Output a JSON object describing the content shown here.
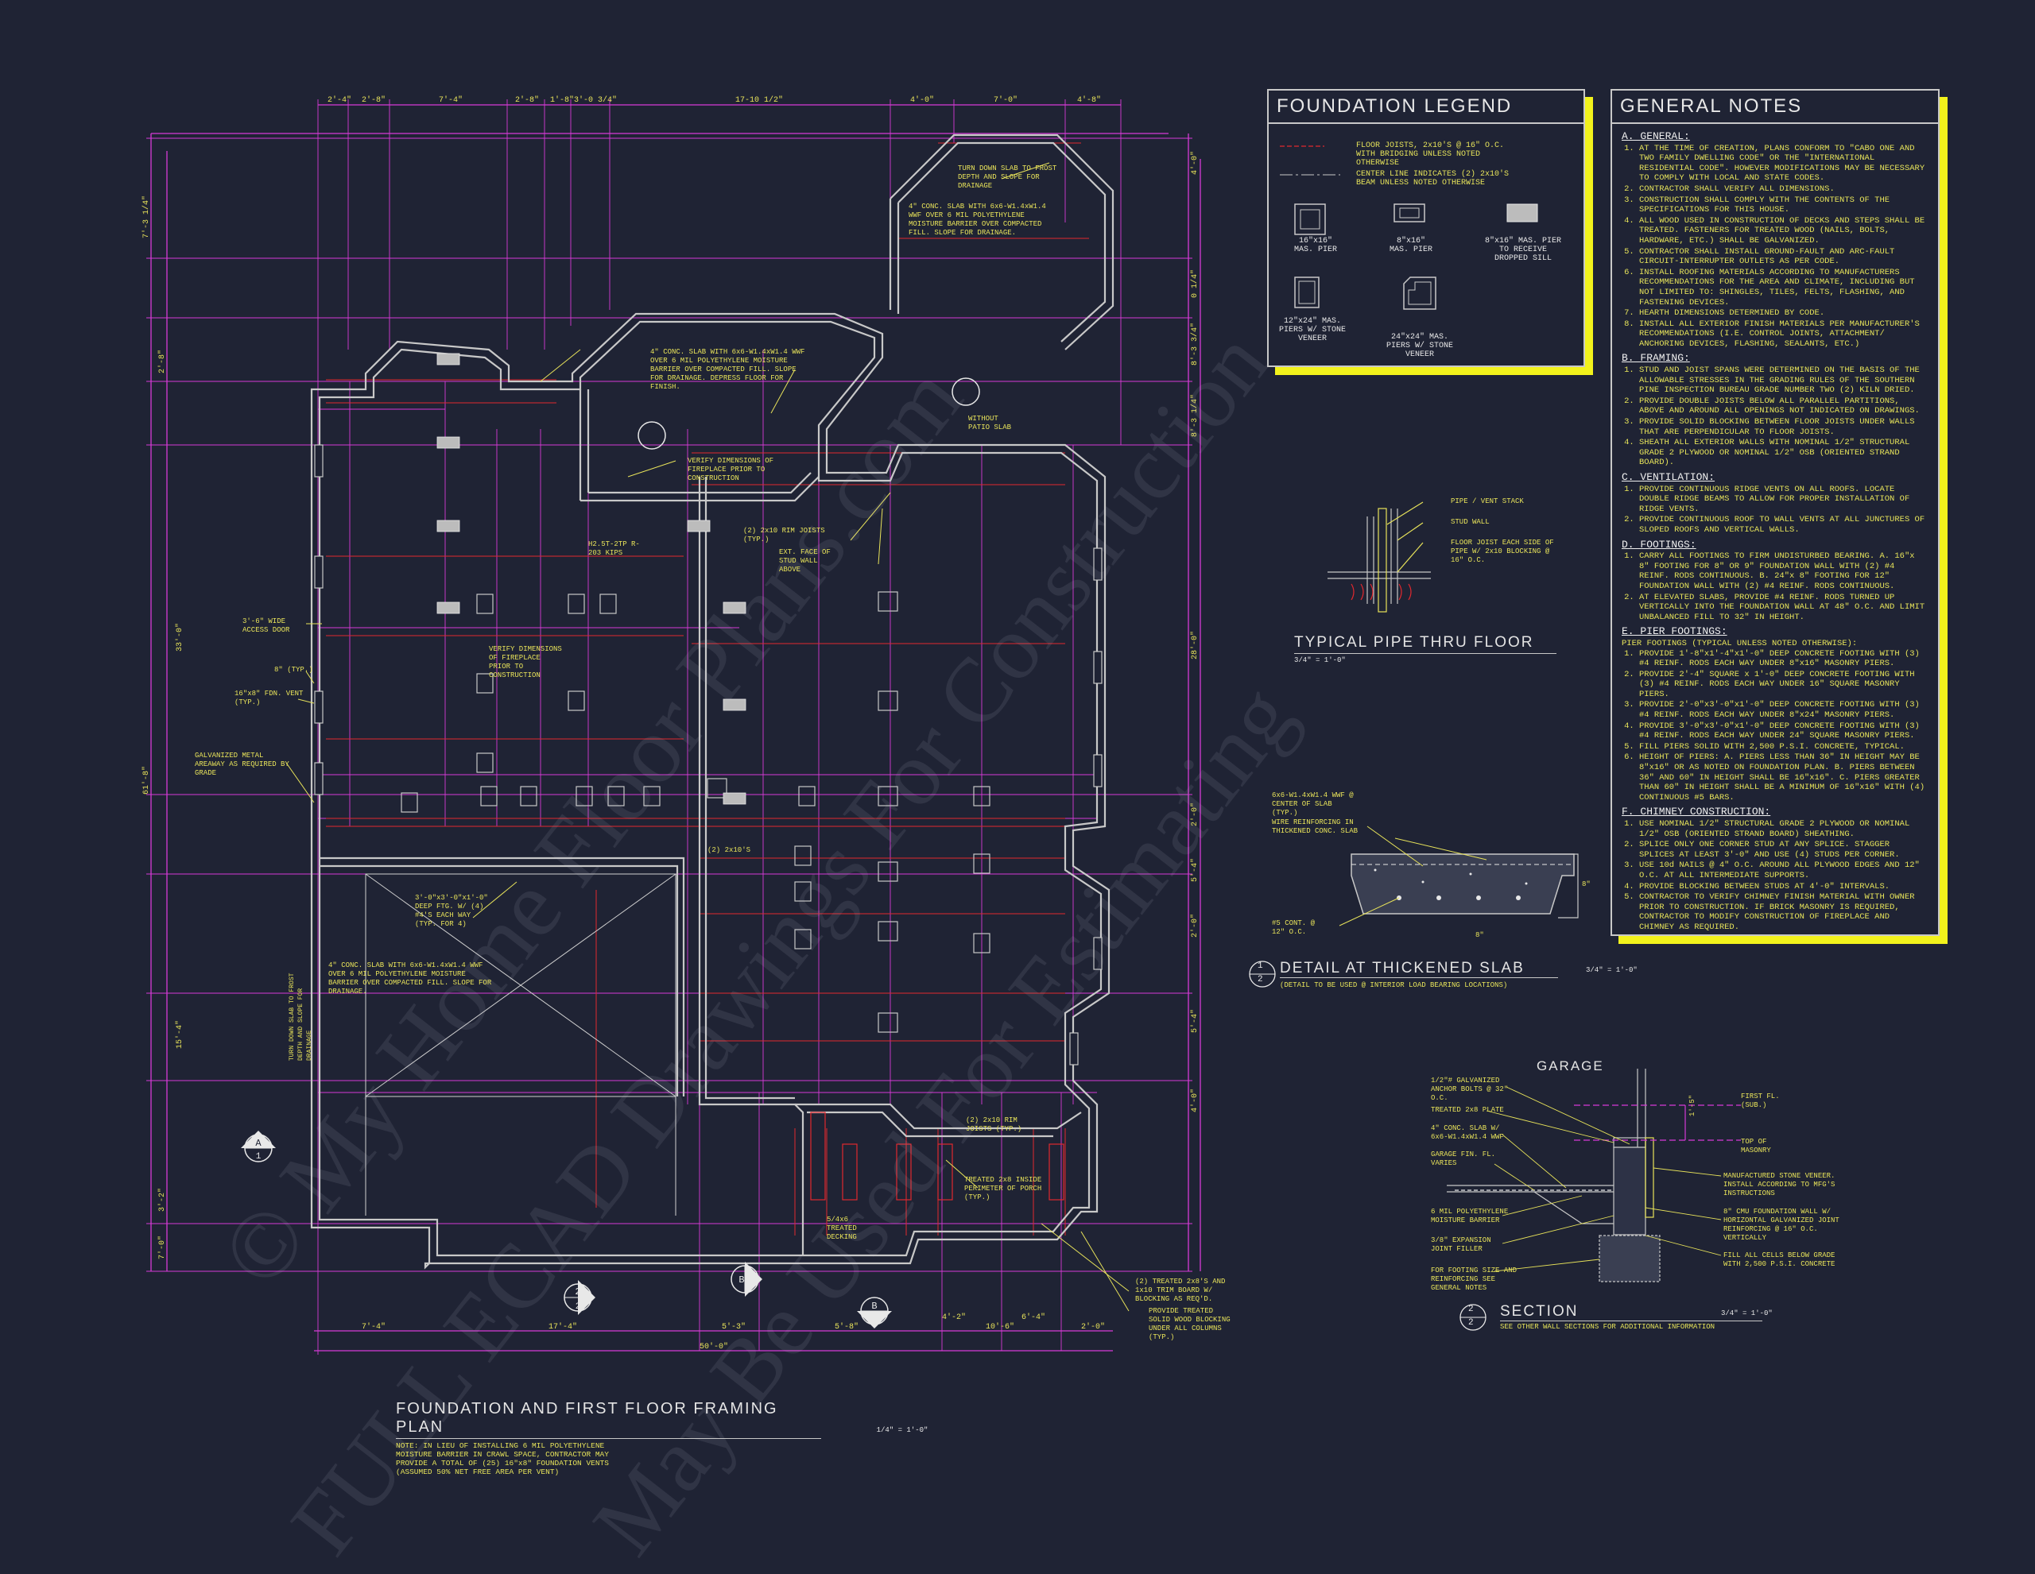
{
  "plan": {
    "title": "FOUNDATION AND FIRST FLOOR FRAMING PLAN",
    "scale": "1/4\" = 1'-0\"",
    "note": "NOTE: IN LIEU OF INSTALLING 6 MIL POLYETHYLENE MOISTURE BARRIER IN CRAWL SPACE, CONTRACTOR MAY PROVIDE A TOTAL OF (25) 16\"x8\" FOUNDATION VENTS (ASSUMED 50% NET FREE AREA PER VENT)",
    "top_dims": [
      "2'-4\"",
      "2'-8\"",
      "7'-4\"",
      "2'-8\"",
      "1'-8\"",
      "3'-0 3/4\"",
      "17-10 1/2\"",
      "4'-0\"",
      "7'-0\"",
      "4'-8\""
    ],
    "bottom_dims": [
      "7'-4\"",
      "17'-4\"",
      "5'-3\"",
      "5'-8\"",
      "4'-2\"",
      "10'-6\"",
      "6'-4\"",
      "2'-0\""
    ],
    "overall_bottom": "50'-0\"",
    "left_overall": "61'-8\"",
    "left_dims": [
      "7'-3 1/4\"",
      "2'-8\"",
      "33'-0\"",
      "15'-4\"",
      "3'-2\"",
      "7'-0\""
    ],
    "right_dims": [
      "4'-0\"",
      "0 1/4\"",
      "8'-3 3/4\"",
      "8'-3 1/4\"",
      "28'-0\"",
      "2'-0\"",
      "5'-4\"",
      "2'-0\"",
      "5'-4\"",
      "4'-0\""
    ],
    "callouts": [
      "TURN DOWN SLAB TO FROST DEPTH AND SLOPE FOR DRAINAGE",
      "4\" CONC. SLAB WITH 6x6-W1.4xW1.4 WWF OVER 6 MIL POLYETHYLENE MOISTURE BARRIER OVER COMPACTED FILL. SLOPE FOR DRAINAGE.",
      "4\" CONC. SLAB WITH 6x6-W1.4xW1.4 WWF OVER 6 MIL POLYETHYLENE MOISTURE BARRIER OVER COMPACTED FILL. SLOPE FOR DRAINAGE. DEPRESS FLOOR FOR FINISH.",
      "VERIFY DIMENSIONS OF FIREPLACE PRIOR TO CONSTRUCTION",
      "3'-6\" WIDE ACCESS DOOR",
      "8\" (TYP.)",
      "16\"x8\" FDN. VENT (TYP.)",
      "GALVANIZED METAL AREAWAY AS REQUIRED BY GRADE",
      "3'-0\"x3'-0\"x1'-0\" DEEP FTG. W/ (4) #4'S EACH WAY (TYP. FOR 4)",
      "4\" CONC. SLAB WITH 6x6-W1.4xW1.4 WWF OVER 6 MIL POLYETHYLENE MOISTURE BARRIER OVER COMPACTED FILL. SLOPE FOR DRAINAGE.",
      "TURN DOWN SLAB TO FROST DEPTH AND SLOPE FOR DRAINAGE",
      "(2) 2x10 RIM JOISTS (TYP.)",
      "EXT. FACE OF STUD WALL ABOVE",
      "WITHOUT PATIO SLAB",
      "(2) 2x10 RIM JOISTS (TYP.)",
      "TREATED 2x8 INSIDE PERIMETER OF PORCH (TYP.)",
      "5/4x6 TREATED DECKING",
      "(2) TREATED 2x8'S AND 1x10 TRIM BOARD W/ BLOCKING AS REQ'D.",
      "PROVIDE TREATED SOLID WOOD BLOCKING UNDER ALL COLUMNS (TYP.)",
      "H2.5T-2TP R-203 KIPS",
      "(2) 2x10'S",
      "VERIFY DIMENSIONS OF FIREPLACE PRIOR TO CONSTRUCTION"
    ]
  },
  "legend": {
    "title": "FOUNDATION LEGEND",
    "rows": [
      "FLOOR JOISTS, 2x10'S @ 16\" O.C. WITH BRIDGING UNLESS NOTED OTHERWISE",
      "CENTER LINE INDICATES (2) 2x10'S BEAM UNLESS NOTED OTHERWISE"
    ],
    "symbols": [
      "16\"x16\" MAS. PIER",
      "8\"x16\" MAS. PIER",
      "8\"x16\" MAS. PIER TO RECEIVE DROPPED SILL",
      "12\"x24\" MAS. PIERS W/ STONE VENEER",
      "24\"x24\" MAS. PIERS W/ STONE VENEER"
    ]
  },
  "general_notes": {
    "title": "GENERAL NOTES",
    "sections": [
      {
        "head": "A. GENERAL:",
        "items": [
          "AT THE TIME OF CREATION, PLANS CONFORM TO \"CABO ONE AND TWO FAMILY DWELLING CODE\" OR THE \"INTERNATIONAL RESIDENTIAL CODE\". HOWEVER MODIFICATIONS MAY BE NECESSARY TO COMPLY WITH LOCAL AND STATE CODES.",
          "CONTRACTOR SHALL VERIFY ALL DIMENSIONS.",
          "CONSTRUCTION SHALL COMPLY WITH THE CONTENTS OF THE SPECIFICATIONS FOR THIS HOUSE.",
          "ALL WOOD USED IN CONSTRUCTION OF DECKS AND STEPS SHALL BE TREATED. FASTENERS FOR TREATED WOOD (NAILS, BOLTS, HARDWARE, ETC.) SHALL BE GALVANIZED.",
          "CONTRACTOR SHALL INSTALL GROUND-FAULT AND ARC-FAULT CIRCUIT-INTERRUPTER OUTLETS AS PER CODE.",
          "INSTALL ROOFING MATERIALS ACCORDING TO MANUFACTURERS RECOMMENDATIONS FOR THE AREA AND CLIMATE, INCLUDING BUT NOT LIMITED TO: SHINGLES, TILES, FELTS, FLASHING, AND FASTENING DEVICES.",
          "HEARTH DIMENSIONS DETERMINED BY CODE.",
          "INSTALL ALL EXTERIOR FINISH MATERIALS PER MANUFACTURER'S RECOMMENDATIONS (I.E. CONTROL JOINTS, ATTACHMENT/ ANCHORING DEVICES, FLASHING, SEALANTS, ETC.)"
        ]
      },
      {
        "head": "B. FRAMING:",
        "items": [
          "STUD AND JOIST SPANS WERE DETERMINED ON THE BASIS OF THE ALLOWABLE STRESSES IN THE GRADING RULES OF THE SOUTHERN PINE INSPECTION BUREAU GRADE NUMBER TWO (2) KILN DRIED.",
          "PROVIDE DOUBLE JOISTS BELOW ALL PARALLEL PARTITIONS, ABOVE AND AROUND ALL OPENINGS NOT INDICATED ON DRAWINGS.",
          "PROVIDE SOLID BLOCKING BETWEEN FLOOR JOISTS UNDER WALLS THAT ARE PERPENDICULAR TO FLOOR JOISTS.",
          "SHEATH ALL EXTERIOR WALLS WITH NOMINAL 1/2\" STRUCTURAL GRADE 2 PLYWOOD OR NOMINAL 1/2\" OSB (ORIENTED STRAND BOARD)."
        ]
      },
      {
        "head": "C. VENTILATION:",
        "items": [
          "PROVIDE CONTINUOUS RIDGE VENTS ON ALL ROOFS. LOCATE DOUBLE RIDGE BEAMS TO ALLOW FOR PROPER INSTALLATION OF RIDGE VENTS.",
          "PROVIDE CONTINUOUS ROOF TO WALL VENTS AT ALL JUNCTURES OF SLOPED ROOFS AND VERTICAL WALLS."
        ]
      },
      {
        "head": "D. FOOTINGS:",
        "items": [
          "CARRY ALL FOOTINGS TO FIRM UNDISTURBED BEARING. A. 16\"x 8\" FOOTING FOR 8\" OR 9\" FOUNDATION WALL WITH (2) #4 REINF. RODS CONTINUOUS. B. 24\"x 8\" FOOTING FOR 12\" FOUNDATION WALL WITH (2) #4 REINF. RODS CONTINUOUS.",
          "AT ELEVATED SLABS, PROVIDE #4 REINF. RODS TURNED UP VERTICALLY INTO THE FOUNDATION WALL AT 48\" O.C. AND LIMIT UNBALANCED FILL TO 32\" IN HEIGHT."
        ]
      },
      {
        "head": "E. PIER FOOTINGS:",
        "lead": "PIER FOOTINGS (TYPICAL UNLESS NOTED OTHERWISE):",
        "items": [
          "PROVIDE 1'-8\"x1'-4\"x1'-0\" DEEP CONCRETE FOOTING WITH (3) #4 REINF. RODS EACH WAY UNDER 8\"x16\" MASONRY PIERS.",
          "PROVIDE 2'-4\" SQUARE x 1'-0\" DEEP CONCRETE FOOTING WITH (3) #4 REINF. RODS EACH WAY UNDER 16\" SQUARE MASONRY PIERS.",
          "PROVIDE 2'-0\"x3'-0\"x1'-0\" DEEP CONCRETE FOOTING WITH (3) #4 REINF. RODS EACH WAY UNDER 8\"x24\" MASONRY PIERS.",
          "PROVIDE 3'-0\"x3'-0\"x1'-0\" DEEP CONCRETE FOOTING WITH (3) #4 REINF. RODS EACH WAY UNDER 24\" SQUARE MASONRY PIERS.",
          "FILL PIERS SOLID WITH 2,500 P.S.I. CONCRETE, TYPICAL.",
          "HEIGHT OF PIERS: A. PIERS LESS THAN 36\" IN HEIGHT MAY BE 8\"x16\" OR AS NOTED ON FOUNDATION PLAN. B. PIERS BETWEEN 36\" AND 60\" IN HEIGHT SHALL BE 16\"x16\". C. PIERS GREATER THAN 60\" IN HEIGHT SHALL BE A MINIMUM OF 16\"x16\" WITH (4) CONTINUOUS #5 BARS."
        ]
      },
      {
        "head": "F. CHIMNEY CONSTRUCTION:",
        "items": [
          "USE NOMINAL 1/2\" STRUCTURAL GRADE 2 PLYWOOD OR NOMINAL 1/2\" OSB (ORIENTED STRAND BOARD) SHEATHING.",
          "SPLICE ONLY ONE CORNER STUD AT ANY SPLICE. STAGGER SPLICES AT LEAST 3'-0\" AND USE (4) STUDS PER CORNER.",
          "USE 10d NAILS @ 4\" O.C. AROUND ALL PLYWOOD EDGES AND 12\" O.C. AT ALL INTERMEDIATE SUPPORTS.",
          "PROVIDE BLOCKING BETWEEN STUDS AT 4'-0\" INTERVALS.",
          "CONTRACTOR TO VERIFY CHIMNEY FINISH MATERIAL WITH OWNER PRIOR TO CONSTRUCTION. IF BRICK MASONRY IS REQUIRED, CONTRACTOR TO MODIFY CONSTRUCTION OF FIREPLACE AND CHIMNEY AS REQUIRED."
        ]
      }
    ]
  },
  "pipe_detail": {
    "title": "TYPICAL PIPE THRU FLOOR",
    "scale": "3/4\" = 1'-0\"",
    "labels": [
      "PIPE / VENT STACK",
      "STUD WALL",
      "FLOOR JOIST EACH SIDE OF PIPE W/ 2x10 BLOCKING @ 16\" O.C."
    ]
  },
  "slab_detail": {
    "number": "1",
    "sheet": "2",
    "title": "DETAIL AT THICKENED SLAB",
    "scale": "3/4\" = 1'-0\"",
    "subtitle": "(DETAIL TO BE USED @ INTERIOR LOAD BEARING LOCATIONS)",
    "labels": [
      "6x6-W1.4xW1.4 WWF @ CENTER OF SLAB (TYP.)",
      "WIRE REINFORCING IN THICKENED CONC. SLAB",
      "#5 CONT. @ 12\" O.C.",
      "8\"",
      "8\""
    ]
  },
  "section": {
    "heading": "GARAGE",
    "number": "2",
    "sheet": "2",
    "title": "SECTION",
    "scale": "3/4\" = 1'-0\"",
    "subtitle": "SEE OTHER WALL SECTIONS FOR ADDITIONAL INFORMATION",
    "left_labels": [
      "1/2\"# GALVANIZED ANCHOR BOLTS @ 32\" O.C.",
      "TREATED 2x8 PLATE",
      "4\" CONC. SLAB W/ 6x6-W1.4xW1.4 WWF",
      "GARAGE FIN. FL. VARIES",
      "6 MIL POLYETHYLENE MOISTURE BARRIER",
      "3/8\" EXPANSION JOINT FILLER",
      "FOR FOOTING SIZE AND REINFORCING SEE GENERAL NOTES"
    ],
    "right_labels": [
      "FIRST FL. (SUB.)",
      "TOP OF MASONRY",
      "MANUFACTURED STONE VENEER. INSTALL ACCORDING TO MFG'S INSTRUCTIONS",
      "8\" CMU FOUNDATION WALL W/ HORIZONTAL GALVANIZED JOINT REINFORCING @ 16\" O.C. VERTICALLY",
      "FILL ALL CELLS BELOW GRADE WITH 2,500 P.S.I. CONCRETE"
    ],
    "dim": "1'-5\""
  },
  "section_marks": [
    {
      "letter": "A",
      "sheet": "1"
    },
    {
      "letter": "B",
      "sheet": "1"
    },
    {
      "letter": "B",
      "sheet": "1"
    },
    {
      "letter": "2",
      "sheet": "2"
    }
  ],
  "watermark": [
    "© My Home Floor Plans.com",
    "FULL ECAD Drawings For Construction",
    "May Be Used For Estimating"
  ],
  "colors": {
    "background": "#1f2334",
    "wall": "#c8c8c8",
    "dimension": "#d63ad6",
    "joist": "#e0282e",
    "text": "#e8e35a",
    "highlight": "#f2f21c"
  }
}
